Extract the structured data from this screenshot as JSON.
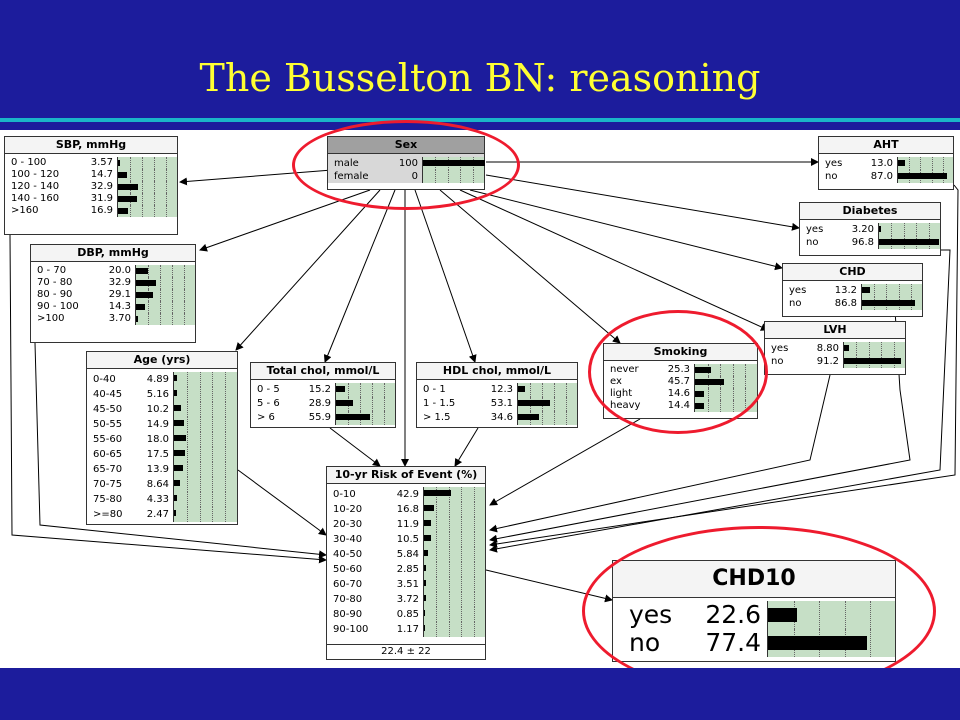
{
  "slide": {
    "title": "The Busselton BN: reasoning"
  },
  "nodes": [
    {
      "id": "sbp",
      "title": "SBP, mmHg",
      "states": [
        [
          "0 - 100",
          "3.57"
        ],
        [
          "100 - 120",
          "14.7"
        ],
        [
          "120 - 140",
          "32.9"
        ],
        [
          "140 - 160",
          "31.9"
        ],
        [
          ">160",
          "16.9"
        ]
      ]
    },
    {
      "id": "sex",
      "title": "Sex",
      "selected": true,
      "states": [
        [
          "male",
          "100"
        ],
        [
          "female",
          "0"
        ]
      ]
    },
    {
      "id": "aht",
      "title": "AHT",
      "states": [
        [
          "yes",
          "13.0"
        ],
        [
          "no",
          "87.0"
        ]
      ]
    },
    {
      "id": "diabetes",
      "title": "Diabetes",
      "states": [
        [
          "yes",
          "3.20"
        ],
        [
          "no",
          "96.8"
        ]
      ]
    },
    {
      "id": "dbp",
      "title": "DBP, mmHg",
      "states": [
        [
          "0 - 70",
          "20.0"
        ],
        [
          "70 - 80",
          "32.9"
        ],
        [
          "80 - 90",
          "29.1"
        ],
        [
          "90 - 100",
          "14.3"
        ],
        [
          ">100",
          "3.70"
        ]
      ]
    },
    {
      "id": "chd",
      "title": "CHD",
      "states": [
        [
          "yes",
          "13.2"
        ],
        [
          "no",
          "86.8"
        ]
      ]
    },
    {
      "id": "lvh",
      "title": "LVH",
      "states": [
        [
          "yes",
          "8.80"
        ],
        [
          "no",
          "91.2"
        ]
      ]
    },
    {
      "id": "smoking",
      "title": "Smoking",
      "states": [
        [
          "never",
          "25.3"
        ],
        [
          "ex",
          "45.7"
        ],
        [
          "light",
          "14.6"
        ],
        [
          "heavy",
          "14.4"
        ]
      ]
    },
    {
      "id": "age",
      "title": "Age (yrs)",
      "states": [
        [
          "0-40",
          "4.89"
        ],
        [
          "40-45",
          "5.16"
        ],
        [
          "45-50",
          "10.2"
        ],
        [
          "50-55",
          "14.9"
        ],
        [
          "55-60",
          "18.0"
        ],
        [
          "60-65",
          "17.5"
        ],
        [
          "65-70",
          "13.9"
        ],
        [
          "70-75",
          "8.64"
        ],
        [
          "75-80",
          "4.33"
        ],
        [
          ">=80",
          "2.47"
        ]
      ]
    },
    {
      "id": "tchol",
      "title": "Total chol, mmol/L",
      "states": [
        [
          "0 - 5",
          "15.2"
        ],
        [
          "5 - 6",
          "28.9"
        ],
        [
          "> 6",
          "55.9"
        ]
      ]
    },
    {
      "id": "hdl",
      "title": "HDL chol, mmol/L",
      "states": [
        [
          "0 - 1",
          "12.3"
        ],
        [
          "1 - 1.5",
          "53.1"
        ],
        [
          "> 1.5",
          "34.6"
        ]
      ]
    },
    {
      "id": "risk",
      "title": "10-yr Risk of Event (%)",
      "footer": "22.4 ± 22",
      "states": [
        [
          "0-10",
          "42.9"
        ],
        [
          "10-20",
          "16.8"
        ],
        [
          "20-30",
          "11.9"
        ],
        [
          "30-40",
          "10.5"
        ],
        [
          "40-50",
          "5.84"
        ],
        [
          "50-60",
          "2.85"
        ],
        [
          "60-70",
          "3.51"
        ],
        [
          "70-80",
          "3.72"
        ],
        [
          "80-90",
          "0.85"
        ],
        [
          "90-100",
          "1.17"
        ]
      ]
    },
    {
      "id": "chd10",
      "title": "CHD10",
      "states": [
        [
          "yes",
          "22.6"
        ],
        [
          "no",
          "77.4"
        ]
      ]
    }
  ],
  "colors": {
    "background": "#1c1c9c",
    "title": "#ffff33",
    "rule": "#1ab5c8",
    "bar_area": "#c6dfc6",
    "highlight": "#ee1b2e"
  }
}
